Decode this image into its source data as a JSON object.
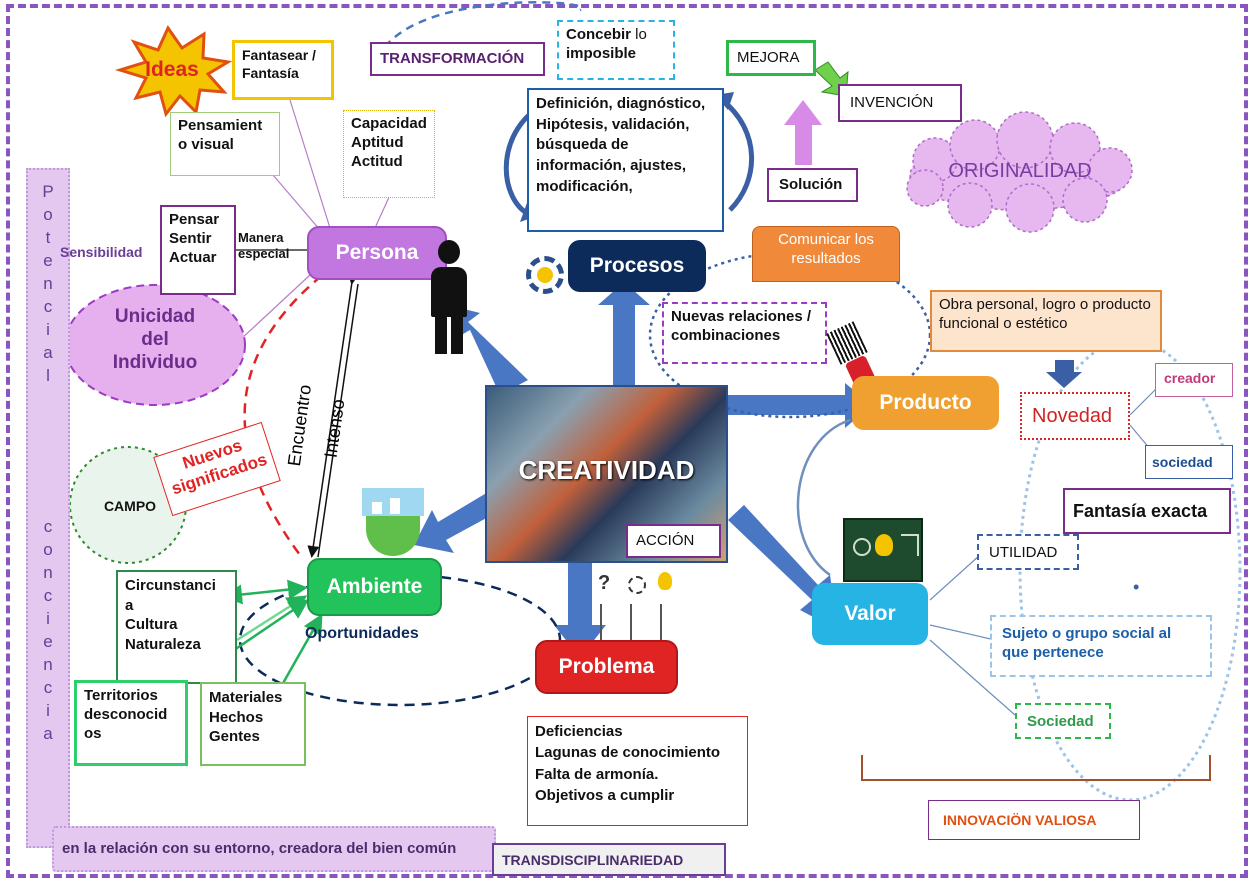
{
  "center": {
    "title": "CREATIVIDAD",
    "accion": "ACCIÓN"
  },
  "nodes": {
    "persona": "Persona",
    "procesos": "Procesos",
    "producto": "Producto",
    "ambiente": "Ambiente",
    "valor": "Valor",
    "problema": "Problema"
  },
  "persona_group": {
    "ideas": "Ideas",
    "fantasear": "Fantasear / Fantasía",
    "pensamiento_visual": "Pensamient o visual",
    "capacidad": [
      "Capacidad",
      "Aptitud",
      "Actitud"
    ],
    "pensar": [
      "Pensar",
      "Sentir",
      "Actuar"
    ],
    "manera_especial": "Manera especial",
    "sensibilidad": "Sensibilidad",
    "unicidad": "Unicidad del Individuo"
  },
  "procesos_group": {
    "transformacion": "TRANSFORMACIÓN",
    "concebir_bold": "Concebir",
    "concebir_rest": " lo",
    "imposible": "imposible",
    "definicion": "Definición, diagnóstico, Hipótesis, validación, búsqueda de información, ajustes, modificación,",
    "mejora": "MEJORA",
    "invencion": "INVENCIÓN",
    "solucion": "Solución",
    "originalidad": "ORIGINALIDAD",
    "nuevas_relaciones": "Nuevas relaciones / combinaciones",
    "comunicar": "Comunicar los resultados"
  },
  "producto_group": {
    "obra": "Obra personal, logro o producto funcional  o estético",
    "novedad": "Novedad",
    "creador": "creador",
    "sociedad_small": "sociedad",
    "fantasia_exacta": "Fantasía exacta"
  },
  "valor_group": {
    "utilidad": "UTILIDAD",
    "sujeto": "Sujeto o grupo social al que pertenece",
    "sociedad": "Sociedad",
    "innovacion": "INNOVACIÖN VALIOSA",
    "dot": "•"
  },
  "ambiente_group": {
    "encuentro": "Encuentro",
    "intenso": "Intenso",
    "nuevos_significados": "Nuevos significados",
    "campo": "CAMPO",
    "circunstancia": [
      "Circunstanci",
      "a",
      "Cultura",
      "Naturaleza"
    ],
    "territorios": "Territorios desconocid os",
    "materiales": [
      "Materiales",
      "Hechos",
      "Gentes"
    ],
    "oportunidades": "Oportunidades"
  },
  "problema_group": {
    "lista": [
      "Deficiencias",
      "Lagunas de conocimiento",
      "Falta de armonía.",
      "Objetivos a cumplir"
    ]
  },
  "side": {
    "potencial": [
      "P",
      "o",
      "t",
      "e",
      "n",
      "c",
      "i",
      "a",
      "l"
    ],
    "conciencia": [
      "c",
      "o",
      "n",
      "c",
      "i",
      "e",
      "n",
      "c",
      "i",
      "a"
    ],
    "entorno": "en la relación con su entorno,  creadora del bien común",
    "transdisciplinariedad": "TRANSDISCIPLINARIEDAD"
  },
  "colors": {
    "frame": "#8a55c0",
    "persona": "#c276e0",
    "procesos": "#0d2b5a",
    "producto": "#f0a030",
    "ambiente": "#22c35a",
    "valor": "#26b4e4",
    "problema": "#e02424",
    "arrow": "#4a77c4"
  }
}
